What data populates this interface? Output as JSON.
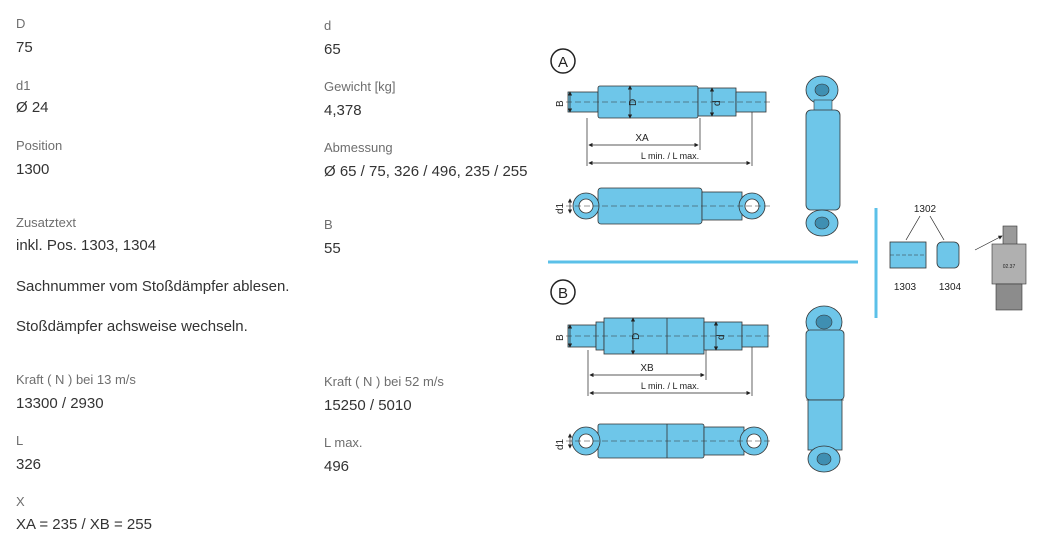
{
  "specs": {
    "D": {
      "label": "D",
      "value": "75"
    },
    "d": {
      "label": "d",
      "value": "65"
    },
    "d1": {
      "label": "d1",
      "value": "Ø 24"
    },
    "weight": {
      "label": "Gewicht [kg]",
      "value": "4,378"
    },
    "position": {
      "label": "Position",
      "value": "1300"
    },
    "dimension": {
      "label": "Abmessung",
      "value": "Ø 65 / 75, 326 / 496, 235 / 255"
    },
    "extra_text": {
      "label": "Zusatztext",
      "value": "inkl. Pos. 1303, 1304"
    },
    "B": {
      "label": "B",
      "value": "55"
    },
    "force_13": {
      "label": "Kraft ( N ) bei 13 m/s",
      "value": "13300 / 2930"
    },
    "force_52": {
      "label": "Kraft ( N ) bei 52 m/s",
      "value": "15250 / 5010"
    },
    "L": {
      "label": "L",
      "value": "326"
    },
    "Lmax": {
      "label": "L max.",
      "value": "496"
    },
    "X": {
      "label": "X",
      "value": "XA = 235 / XB = 255"
    }
  },
  "notes": {
    "line1": "Sachnummer vom Stoßdämpfer ablesen.",
    "line2": "Stoßdämpfer achsweise wechseln."
  },
  "diagram": {
    "variant_a": "A",
    "variant_b": "B",
    "label_B": "B",
    "label_D": "D",
    "label_d": "d",
    "label_d1": "d1",
    "label_XA": "XA",
    "label_XB": "XB",
    "length_label": "L min. / L max.",
    "part_1302": "1302",
    "part_1303": "1303",
    "part_1304": "1304",
    "badge_text": "02.37",
    "color_body": "#6ec6e9",
    "color_divider": "#5bc0e8"
  }
}
